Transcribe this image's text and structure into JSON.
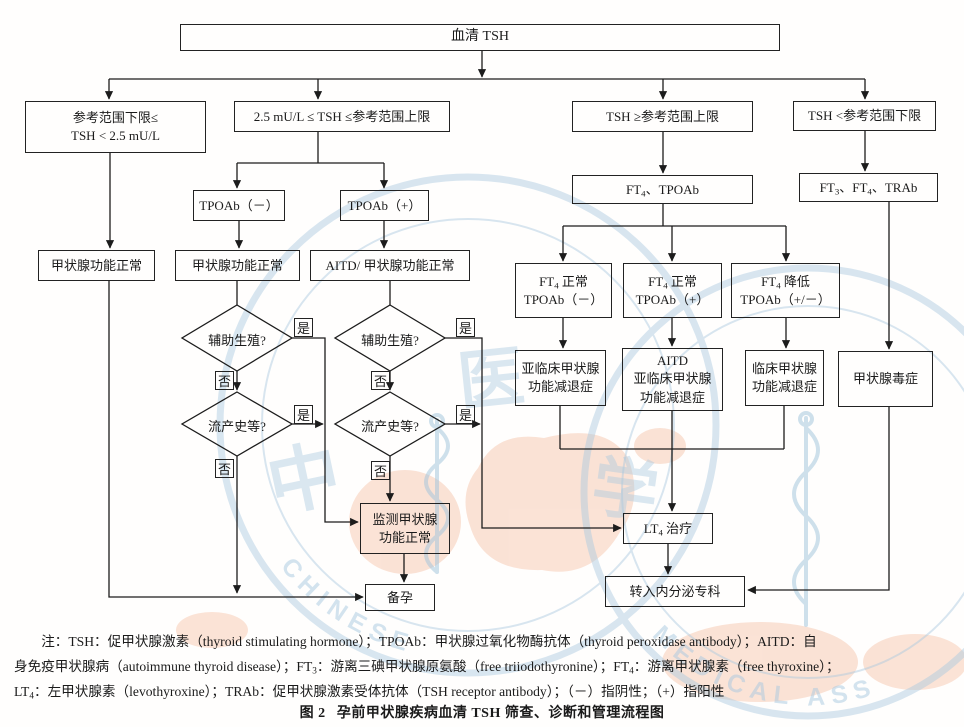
{
  "flowchart": {
    "nodes": {
      "serum_tsh": "血清 TSH",
      "low_range_1": "参考范围下限≤",
      "low_range_2": "TSH < 2.5 mU/L",
      "mid_range": "2.5 mU/L ≤ TSH ≤参考范围上限",
      "high_range": "TSH ≥参考范围上限",
      "below_range": "TSH <参考范围下限",
      "tpoab_neg": "TPOAb（－）",
      "tpoab_pos": "TPOAb（+）",
      "ft4_tpoab": "FT₄、TPOAb",
      "ft3_ft4_trab": "FT₃、FT₄、TRAb",
      "normal_left": "甲状腺功能正常",
      "normal_mid": "甲状腺功能正常",
      "aitd_normal": "AITD/ 甲状腺功能正常",
      "ft4_normal_neg_1": "FT₄ 正常",
      "ft4_normal_neg_2": "TPOAb（－）",
      "ft4_normal_pos_1": "FT₄ 正常",
      "ft4_normal_pos_2": "TPOAb（+）",
      "ft4_low_1": "FT₄ 降低",
      "ft4_low_2": "TPOAb（+/－）",
      "subclinical_1": "亚临床甲状腺",
      "subclinical_2": "功能减退症",
      "aitd_sub_1": "AITD",
      "aitd_sub_2": "亚临床甲状腺",
      "aitd_sub_3": "功能减退症",
      "clinical_1": "临床甲状腺",
      "clinical_2": "功能减退症",
      "thyrotoxicosis": "甲状腺毒症",
      "monitor_1": "监测甲状腺",
      "monitor_2": "功能正常",
      "prepare_pregnancy": "备孕",
      "lt4_treatment": "LT₄ 治疗",
      "endocrinology": "转入内分泌专科"
    },
    "decisions": {
      "assisted_repro": "辅助生殖?",
      "miscarriage": "流产史等?"
    },
    "labels": {
      "yes": "是",
      "no": "否"
    }
  },
  "notes": {
    "line1": "注：TSH：促甲状腺激素（thyroid stimulating hormone）；TPOAb：甲状腺过氧化物酶抗体（thyroid peroxidase antibody）；AITD：自",
    "line2": "身免疫甲状腺病（autoimmune thyroid disease）；FT₃：游离三碘甲状腺原氨酸（free triiodothyronine）；FT₄：游离甲状腺素（free thyroxine）；",
    "line3": "LT₄：左甲状腺素（levothyroxine）；TRAb：促甲状腺激素受体抗体（TSH receptor antibody）；（－）指阴性；（+）指阳性"
  },
  "caption": {
    "prefix": "图 2",
    "title": "孕前甲状腺疾病血清 TSH 筛查、诊断和管理流程图"
  },
  "watermark": {
    "arc_text_left": "CHINESE",
    "arc_text_right": "MEDICAL ASS",
    "char_1": "中",
    "char_2": "医",
    "char_3": "学",
    "colors": {
      "blue": "#a9c9e0",
      "salmon": "#f7ccb6"
    }
  }
}
